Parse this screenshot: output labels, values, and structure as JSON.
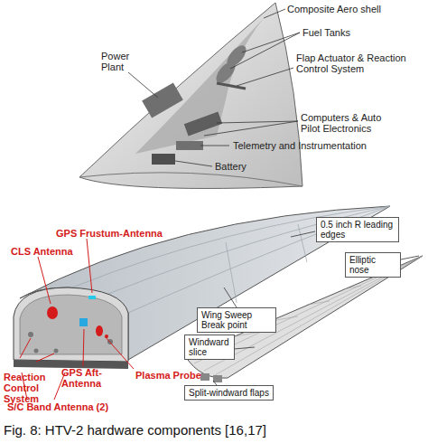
{
  "diagram": {
    "caption": "Fig. 8: HTV-2 hardware components [16,17]",
    "nodes": [
      {
        "text": [
          "0.5 inch R leading edges"
        ]
      },
      {
        "text": [
          "Elliptic nose"
        ]
      },
      {
        "text": [
          "Wing Sweep Break point"
        ]
      },
      {
        "text": [
          "Windward slice"
        ]
      },
      {
        "text": [
          "Split-windward flaps"
        ]
      }
    ],
    "labels": [
      "Composite Aero shell",
      "Fuel Tanks",
      "Power Plant",
      "Flap Actuator & Reaction Control System",
      "Computers & Auto Pilot Electronics",
      "Telemetry and Instrumentation",
      "Battery",
      "GPS Frustum-Antenna",
      "CLS Antenna",
      "Plasma Probe",
      "Reaction Control System",
      "GPS Aft-Antenna",
      "S/C Band Antenna (2)"
    ]
  }
}
